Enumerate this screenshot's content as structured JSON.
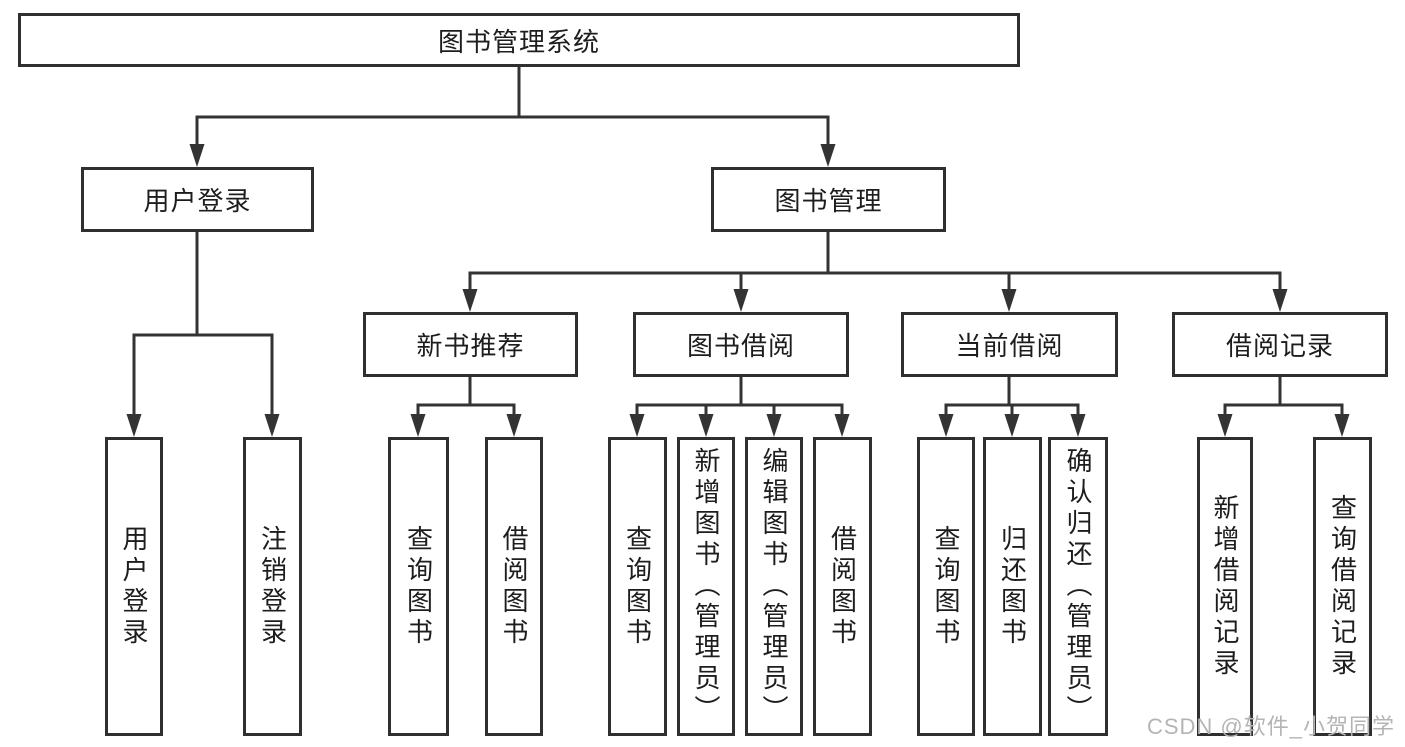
{
  "diagram": {
    "root": {
      "label": "图书管理系统"
    },
    "level2": [
      {
        "label": "用户登录"
      },
      {
        "label": "图书管理"
      }
    ],
    "level3": [
      {
        "label": "新书推荐"
      },
      {
        "label": "图书借阅"
      },
      {
        "label": "当前借阅"
      },
      {
        "label": "借阅记录"
      }
    ],
    "leaves": [
      {
        "label": "用户登录"
      },
      {
        "label": "注销登录"
      },
      {
        "label": "查询图书"
      },
      {
        "label": "借阅图书"
      },
      {
        "label": "查询图书"
      },
      {
        "label": "新增图书（管理员）"
      },
      {
        "label": "编辑图书（管理员）"
      },
      {
        "label": "借阅图书"
      },
      {
        "label": "查询图书"
      },
      {
        "label": "归还图书"
      },
      {
        "label": "确认归还（管理员）"
      },
      {
        "label": "新增借阅记录"
      },
      {
        "label": "查询借阅记录"
      }
    ]
  },
  "watermark": {
    "text": "CSDN @软件_小贺同学"
  },
  "colors": {
    "line": "#333333",
    "box_border": "#2f2f2f",
    "text": "#1d1d1d",
    "watermark": "#b4b4b4",
    "background": "#ffffff"
  }
}
